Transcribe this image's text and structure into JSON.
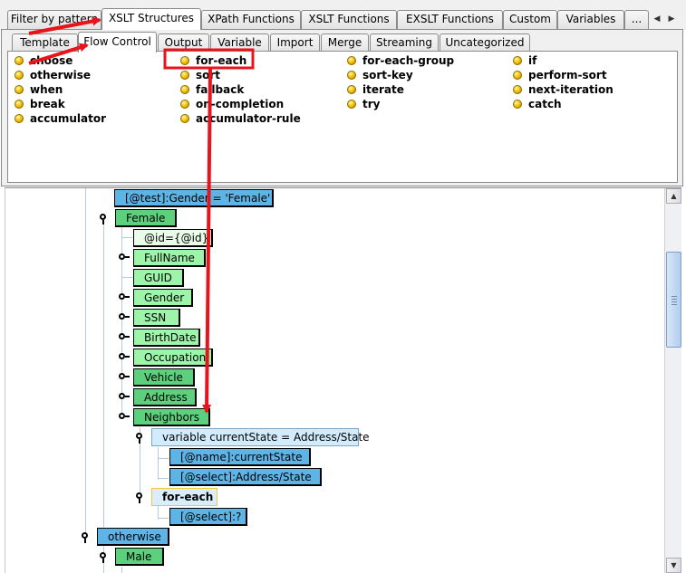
{
  "top_tabs": [
    "Filter by pattern",
    "XSLT Structures",
    "XPath Functions",
    "XSLT Functions",
    "EXSLT Functions",
    "Custom",
    "Variables",
    "..."
  ],
  "top_tab_selected": "XSLT Structures",
  "strip_icons": [
    "scroll-left-icon",
    "scroll-right-icon"
  ],
  "sub_tabs": [
    "Template",
    "Flow Control",
    "Output",
    "Variable",
    "Import",
    "Merge",
    "Streaming",
    "Uncategorized"
  ],
  "sub_tab_selected": "Flow Control",
  "items": {
    "col1": [
      "choose",
      "otherwise",
      "when",
      "break",
      "accumulator"
    ],
    "col2": [
      "for-each",
      "sort",
      "fallback",
      "on-completion",
      "accumulator-rule"
    ],
    "col3": [
      "for-each-group",
      "sort-key",
      "iterate",
      "try"
    ],
    "col4": [
      "if",
      "perform-sort",
      "next-iteration",
      "catch"
    ]
  },
  "highlighted_item": "for-each",
  "tree": {
    "n_test": "[@test]:Gender = 'Female'",
    "n_female": "Female",
    "n_id": "@id={@id}",
    "n_fullname": "FullName",
    "n_guid": "GUID",
    "n_gender": "Gender",
    "n_ssn": "SSN",
    "n_birthdate": "BirthDate",
    "n_occupation": "Occupation",
    "n_vehicle": "Vehicle",
    "n_address": "Address",
    "n_neighbors": "Neighbors",
    "n_variable": "variable currentState = Address/State",
    "n_name_attr": "[@name]:currentState",
    "n_select_attr": "[@select]:Address/State",
    "n_foreach": "for-each",
    "n_foreach_select": "[@select]:?",
    "n_otherwise": "otherwise",
    "n_male": "Male"
  },
  "colors": {
    "annotation": "#e8141c",
    "xslt_node": "#5db4e6",
    "element_node": "#5cd07c",
    "leaf_node": "#9cf5a9",
    "highlight": "#f0c838"
  }
}
